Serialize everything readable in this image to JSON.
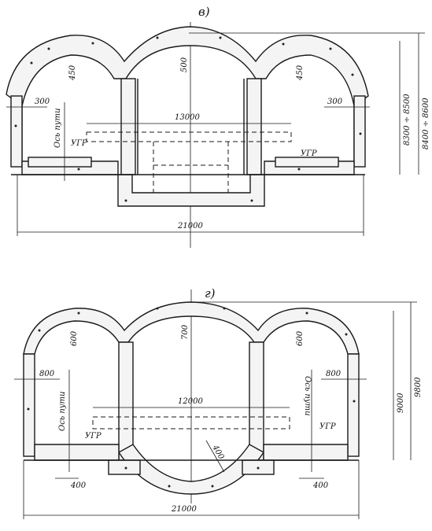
{
  "figure_v": {
    "label": "в)",
    "dims": {
      "arch_side_left": "450",
      "arch_center": "500",
      "arch_side_right": "450",
      "wall_left": "300",
      "wall_right": "300",
      "platform": "13000",
      "total_width": "21000",
      "height_inner": "8300 ÷ 8500",
      "height_outer": "8400 ÷ 8600"
    },
    "labels": {
      "track_axis": "Ось пути",
      "ugr_left": "УГР",
      "ugr_right": "УГР"
    }
  },
  "figure_g": {
    "label": "г)",
    "dims": {
      "arch_side_left": "600",
      "arch_center": "700",
      "arch_side_right": "600",
      "wall_left": "800",
      "wall_right": "800",
      "platform": "12000",
      "invert": "400",
      "base_left": "400",
      "base_right": "400",
      "total_width": "21000",
      "height_inner": "9000",
      "height_outer": "9800"
    },
    "labels": {
      "track_axis_left": "Ось пути",
      "track_axis_right": "Ось пути",
      "ugr_left": "УГР",
      "ugr_right": "УГР"
    }
  }
}
